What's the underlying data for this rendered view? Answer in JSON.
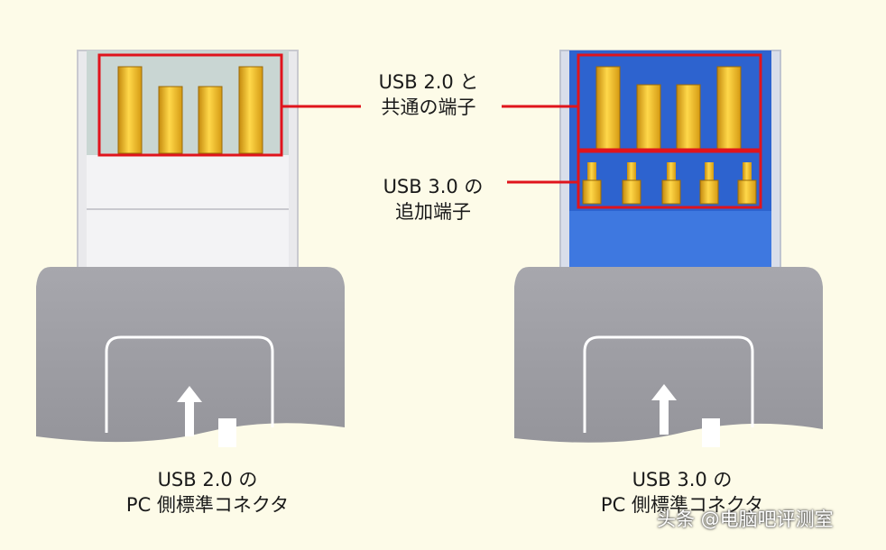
{
  "callouts": {
    "common_line1": "USB 2.0 と",
    "common_line2": "共通の端子",
    "added_line1": "USB 3.0 の",
    "added_line2": "追加端子"
  },
  "captions": {
    "left_line1": "USB 2.0 の",
    "left_line2": "PC 側標準コネクタ",
    "right_line1": "USB 3.0 の",
    "right_line2": "PC 側標準コネクタ"
  },
  "watermark": "头条 @电脑吧评测室",
  "colors": {
    "background": "#fdfbe8",
    "usb2_tongue": "#f2f2f2",
    "usb3_tongue": "#3e78e0",
    "pin_gold": "#f2c21d",
    "highlight_red": "#e0141c",
    "housing_gray": "#9d9da3"
  }
}
